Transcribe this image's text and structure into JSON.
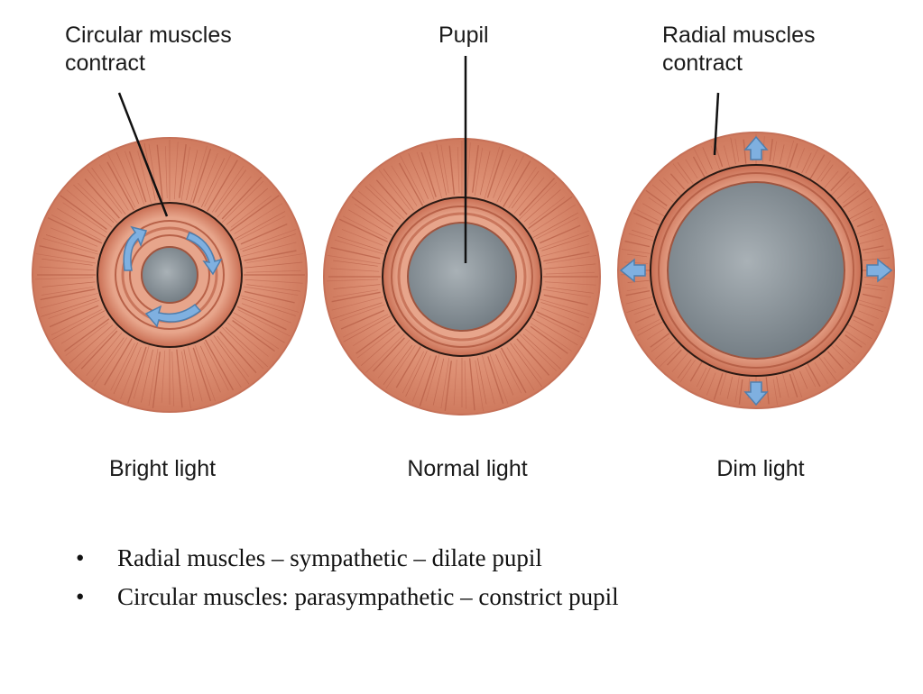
{
  "labels": {
    "circular": "Circular muscles\ncontract",
    "pupil": "Pupil",
    "radial": "Radial muscles\ncontract"
  },
  "captions": {
    "bright": "Bright light",
    "normal": "Normal light",
    "dim": "Dim light"
  },
  "bullets": [
    {
      "marker": "•",
      "text": "Radial muscles – sympathetic – dilate pupil"
    },
    {
      "marker": "•",
      "text": "Circular muscles: parasympathetic – constrict pupil"
    }
  ],
  "colors": {
    "iris": "#d9876a",
    "iris_light": "#e9a98e",
    "fiber": "#b9614a",
    "pupil": "#8e979d",
    "arrow": "#7fb0e0"
  }
}
